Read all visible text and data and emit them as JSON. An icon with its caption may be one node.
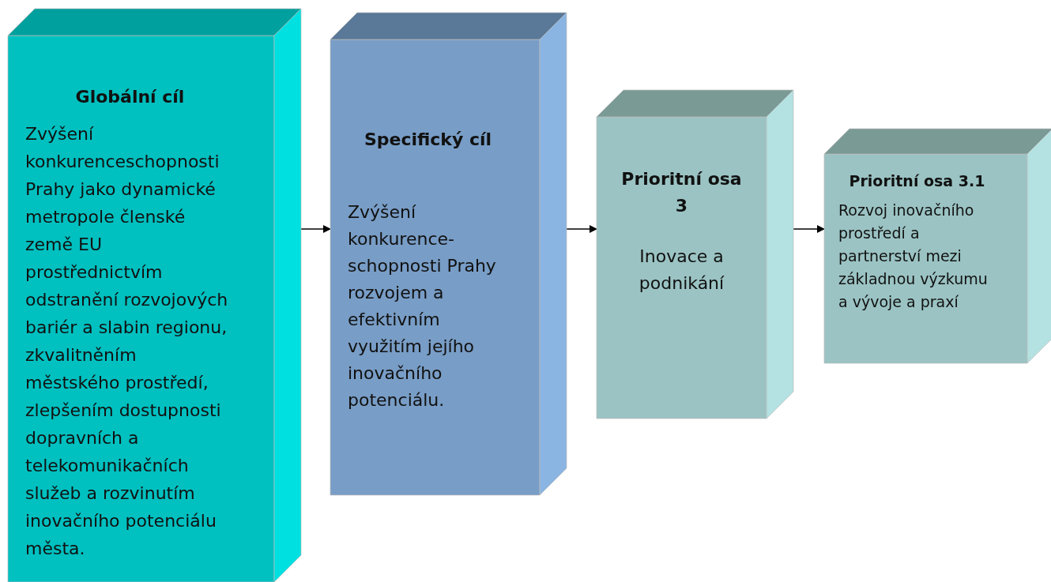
{
  "diagram": {
    "nodes": [
      {
        "text": [
          "Globální cíl",
          "Zvýšení konkurenceschopnosti Prahy jako dynamické metropole členské země EU prostřednictvím odstranění rozvojových bariér a slabin regionu, zkvalitněním městského prostředí, zlepšením dostupnosti dopravních a telekomunikačních služeb a rozvinutím inovačního potenciálu města."
        ]
      },
      {
        "text": [
          "Specifický cíl",
          "Zvýšení konkurence-schopnosti Prahy rozvojem a efektivním využitím jejího inovačního potenciálu."
        ]
      },
      {
        "text": [
          "Prioritní osa 3",
          "Inovace a podnikání"
        ]
      },
      {
        "text": [
          "Prioritní osa 3.1",
          "Rozvoj inovačního prostředí a partnerství mezi základnou výzkumu a vývoje a praxí"
        ]
      }
    ],
    "edges": [
      {
        "from": 0,
        "to": 1,
        "arrow": "to"
      },
      {
        "from": 1,
        "to": 2,
        "arrow": "to"
      },
      {
        "from": 2,
        "to": 3,
        "arrow": "to"
      }
    ]
  }
}
